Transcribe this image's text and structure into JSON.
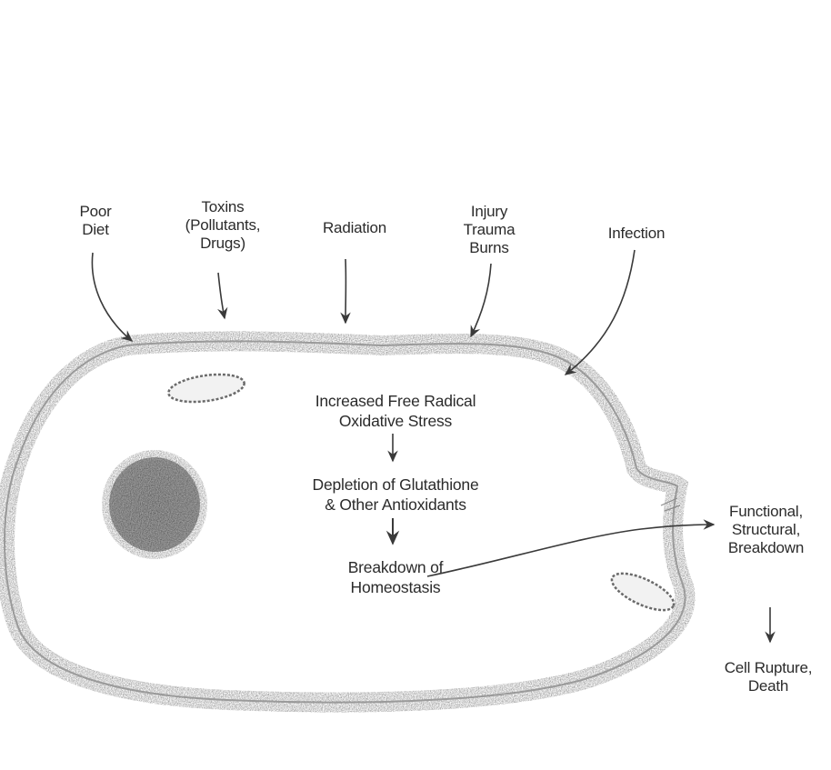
{
  "stressors": [
    {
      "line1": "Poor",
      "line2": "Diet",
      "line3": ""
    },
    {
      "line1": "Toxins",
      "line2": "(Pollutants,",
      "line3": "Drugs)"
    },
    {
      "line1": "Radiation",
      "line2": "",
      "line3": ""
    },
    {
      "line1": "Injury",
      "line2": "Trauma",
      "line3": "Burns"
    },
    {
      "line1": "Infection",
      "line2": "",
      "line3": ""
    }
  ],
  "cell_steps": [
    {
      "line1": "Increased Free Radical",
      "line2": "Oxidative Stress"
    },
    {
      "line1": "Depletion of Glutathione",
      "line2": "& Other Antioxidants"
    },
    {
      "line1": "Breakdown of",
      "line2": "Homeostasis"
    }
  ],
  "outcomes": [
    {
      "line1": "Functional,",
      "line2": "Structural,",
      "line3": "Breakdown"
    },
    {
      "line1": "Cell Rupture,",
      "line2": "Death",
      "line3": ""
    }
  ]
}
